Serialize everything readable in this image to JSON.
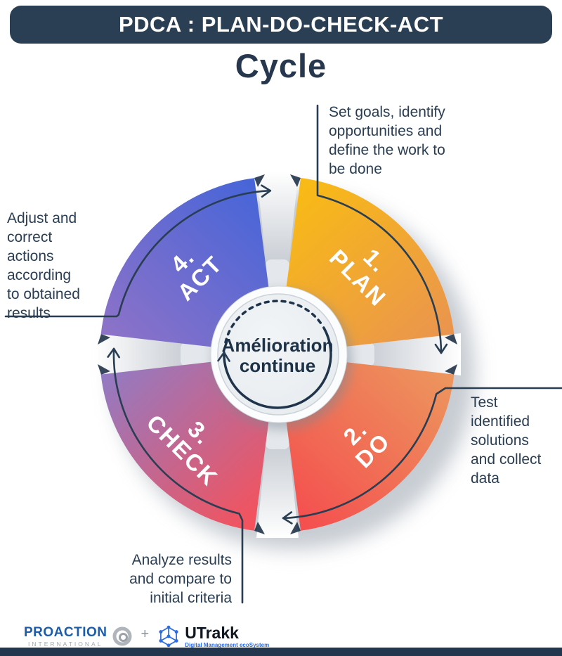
{
  "header": {
    "banner": "PDCA : PLAN-DO-CHECK-ACT",
    "title": "Cycle"
  },
  "wheel": {
    "center": {
      "line1": "Amélioration",
      "line2": "continue"
    },
    "segments": [
      {
        "id": "plan",
        "number": "1.",
        "label": "PLAN",
        "gradient": [
          "#F8BA16",
          "#E99252"
        ],
        "annotation_lines": [
          "Set goals, identify",
          "opportunities and",
          "define the work to",
          "be done"
        ]
      },
      {
        "id": "do",
        "number": "2.",
        "label": "DO",
        "gradient": [
          "#EC9A5E",
          "#F4504F"
        ],
        "annotation_lines": [
          "Test",
          "identified",
          "solutions",
          "and collect",
          "data"
        ]
      },
      {
        "id": "check",
        "number": "3.",
        "label": "CHECK",
        "gradient": [
          "#F5525B",
          "#8F7CC7"
        ],
        "annotation_lines": [
          "Analyze results",
          "and compare to",
          "initial criteria"
        ]
      },
      {
        "id": "act",
        "number": "4.",
        "label": "ACT",
        "gradient": [
          "#9173C7",
          "#4765D8"
        ],
        "annotation_lines": [
          "Adjust and",
          "correct",
          "actions",
          "according",
          "to obtained",
          "results"
        ]
      }
    ]
  },
  "footer": {
    "proaction": "PROACTION",
    "international": "INTERNATIONAL",
    "plus": "+",
    "utrakk": "UTrakk",
    "utrakk_tagline": "Digital Management ecoSystem"
  },
  "colors": {
    "navy": "#2A3E53",
    "banner_bg": "#2A3E54",
    "title_text": "#26374E",
    "proaction_blue": "#1C5CA8",
    "utrakk_blue": "#2D6BE0",
    "hub_fill": "#EDF1F4"
  }
}
